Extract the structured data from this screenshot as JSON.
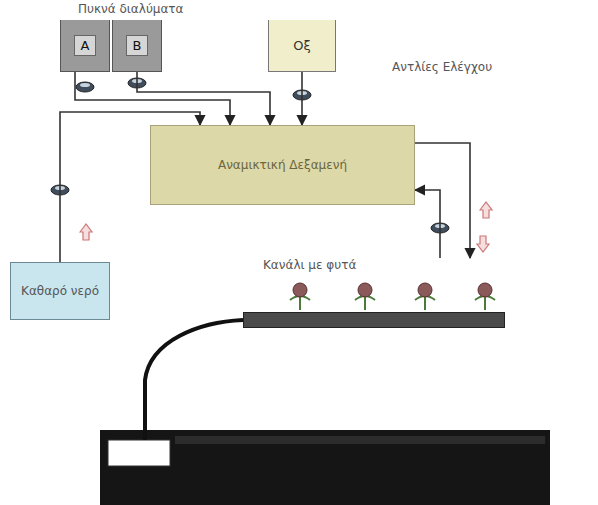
{
  "diagram": {
    "nodes": [
      {
        "text": [
          "A"
        ]
      },
      {
        "text": [
          "B"
        ]
      },
      {
        "text": [
          "Οξ"
        ]
      },
      {
        "text": [
          "Αναμικτική Δεξαμενή"
        ]
      },
      {
        "text": [
          "Καθαρό νερό"
        ]
      },
      {
        "text": [
          "Κανάλι με φυτά"
        ]
      }
    ],
    "edges": [
      {
        "from": 0,
        "to": 3,
        "arrow": "to"
      },
      {
        "from": 1,
        "to": 3,
        "arrow": "to"
      },
      {
        "from": 2,
        "to": 3,
        "arrow": "to"
      },
      {
        "from": 4,
        "to": 3,
        "arrow": "to"
      },
      {
        "from": 3,
        "to": 5,
        "arrow": "to"
      },
      {
        "from": 5,
        "to": 3,
        "arrow": "to"
      }
    ],
    "labels": [
      "Πυκνά διαλύματα",
      "Αντλίες Ελέγχου"
    ]
  }
}
